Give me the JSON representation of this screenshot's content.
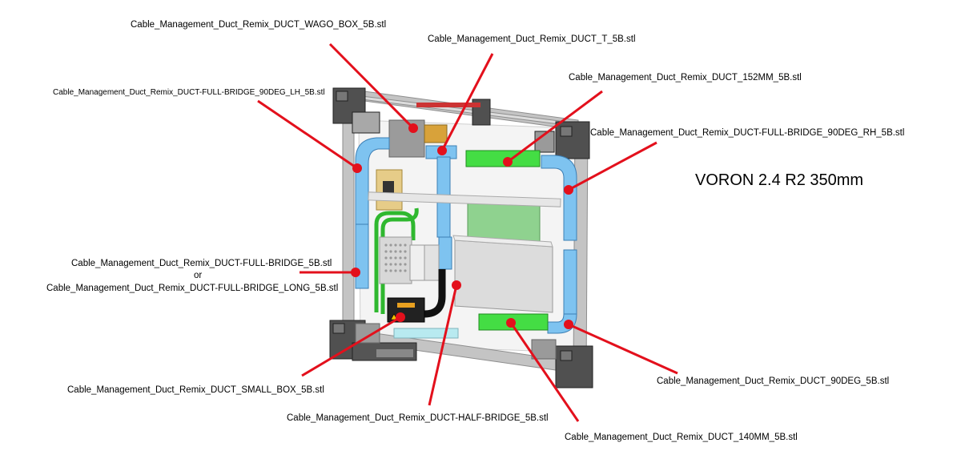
{
  "title": "VORON 2.4 R2 350mm",
  "labels": {
    "wago_box": "Cable_Management_Duct_Remix_DUCT_WAGO_BOX_5B.stl",
    "duct_t": "Cable_Management_Duct_Remix_DUCT_T_5B.stl",
    "full_bridge_90_lh": "Cable_Management_Duct_Remix_DUCT-FULL-BRIDGE_90DEG_LH_5B.stl",
    "duct_152": "Cable_Management_Duct_Remix_DUCT_152MM_5B.stl",
    "full_bridge_90_rh": "Cable_Management_Duct_Remix_DUCT-FULL-BRIDGE_90DEG_RH_5B.stl",
    "full_bridge": "Cable_Management_Duct_Remix_DUCT-FULL-BRIDGE_5B.stl",
    "or_text": "or",
    "full_bridge_long": "Cable_Management_Duct_Remix_DUCT-FULL-BRIDGE_LONG_5B.stl",
    "small_box": "Cable_Management_Duct_Remix_DUCT_SMALL_BOX_5B.stl",
    "duct_90": "Cable_Management_Duct_Remix_DUCT_90DEG_5B.stl",
    "half_bridge": "Cable_Management_Duct_Remix_DUCT-HALF-BRIDGE_5B.stl",
    "duct_140": "Cable_Management_Duct_Remix_DUCT_140MM_5B.stl"
  },
  "colors": {
    "duct_blue": "#7ec3f0",
    "duct_green": "#44dd44",
    "pointer_red": "#e3101c",
    "frame_grey": "#b8b8b8",
    "corner_dark": "#4a4a4a"
  }
}
